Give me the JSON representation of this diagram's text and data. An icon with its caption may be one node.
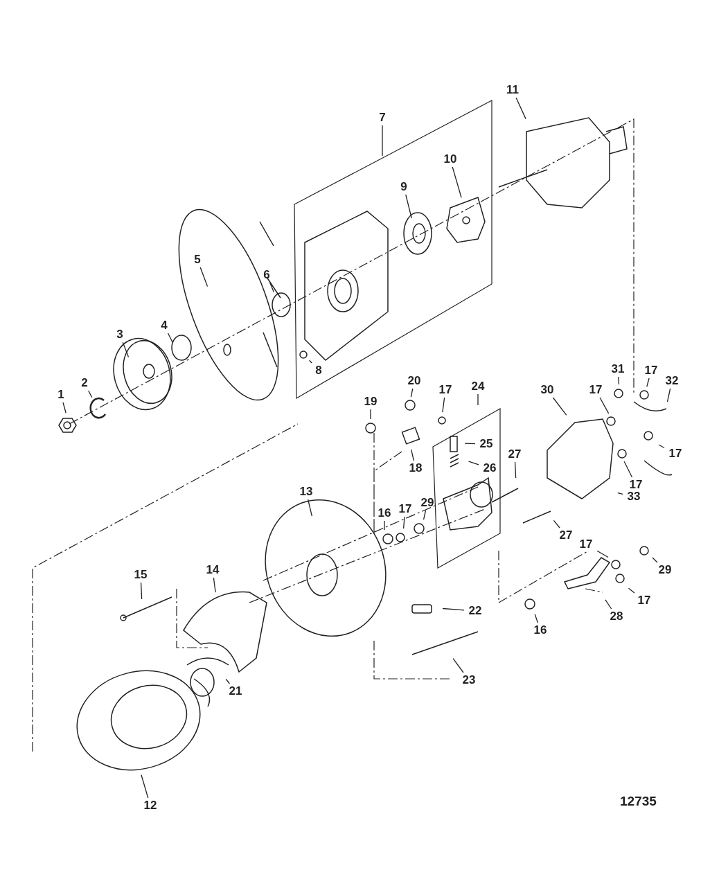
{
  "diagram": {
    "nodes": [
      {
        "text": [
          "11"
        ]
      },
      {
        "text": [
          "7"
        ]
      },
      {
        "text": [
          "10"
        ]
      },
      {
        "text": [
          "9"
        ]
      },
      {
        "text": [
          "5"
        ]
      },
      {
        "text": [
          "6"
        ]
      },
      {
        "text": [
          "4"
        ]
      },
      {
        "text": [
          "3"
        ]
      },
      {
        "text": [
          "31"
        ]
      },
      {
        "text": [
          "8"
        ]
      },
      {
        "text": [
          "17"
        ]
      },
      {
        "text": [
          "2"
        ]
      },
      {
        "text": [
          "20"
        ]
      },
      {
        "text": [
          "32"
        ]
      },
      {
        "text": [
          "24"
        ]
      },
      {
        "text": [
          "17"
        ]
      },
      {
        "text": [
          "30"
        ]
      },
      {
        "text": [
          "17"
        ]
      },
      {
        "text": [
          "1"
        ]
      },
      {
        "text": [
          "19"
        ]
      },
      {
        "text": [
          "25"
        ]
      },
      {
        "text": [
          "17"
        ]
      },
      {
        "text": [
          "27"
        ]
      },
      {
        "text": [
          "18"
        ]
      },
      {
        "text": [
          "26"
        ]
      },
      {
        "text": [
          "17"
        ]
      },
      {
        "text": [
          "13"
        ]
      },
      {
        "text": [
          "33"
        ]
      },
      {
        "text": [
          "29"
        ]
      },
      {
        "text": [
          "17"
        ]
      },
      {
        "text": [
          "16"
        ]
      },
      {
        "text": [
          "27"
        ]
      },
      {
        "text": [
          "17"
        ]
      },
      {
        "text": [
          "29"
        ]
      },
      {
        "text": [
          "15"
        ]
      },
      {
        "text": [
          "14"
        ]
      },
      {
        "text": [
          "17"
        ]
      },
      {
        "text": [
          "22"
        ]
      },
      {
        "text": [
          "28"
        ]
      },
      {
        "text": [
          "16"
        ]
      },
      {
        "text": [
          "23"
        ]
      },
      {
        "text": [
          "21"
        ]
      },
      {
        "text": [
          "12"
        ]
      }
    ],
    "edges": [
      {
        "from": 0,
        "to": null,
        "arrow": "none"
      },
      {
        "from": 1,
        "to": null,
        "arrow": "none"
      },
      {
        "from": 2,
        "to": null,
        "arrow": "none"
      },
      {
        "from": 3,
        "to": null,
        "arrow": "none"
      },
      {
        "from": 4,
        "to": null,
        "arrow": "none"
      },
      {
        "from": 5,
        "to": null,
        "arrow": "none"
      },
      {
        "from": 6,
        "to": null,
        "arrow": "none"
      },
      {
        "from": 7,
        "to": null,
        "arrow": "none"
      },
      {
        "from": 8,
        "to": null,
        "arrow": "none"
      },
      {
        "from": 9,
        "to": null,
        "arrow": "none"
      },
      {
        "from": 10,
        "to": null,
        "arrow": "none"
      },
      {
        "from": 11,
        "to": null,
        "arrow": "none"
      },
      {
        "from": 12,
        "to": null,
        "arrow": "none"
      },
      {
        "from": 13,
        "to": null,
        "arrow": "none"
      },
      {
        "from": 14,
        "to": null,
        "arrow": "none"
      },
      {
        "from": 15,
        "to": null,
        "arrow": "none"
      },
      {
        "from": 16,
        "to": null,
        "arrow": "none"
      },
      {
        "from": 17,
        "to": null,
        "arrow": "none"
      },
      {
        "from": 18,
        "to": null,
        "arrow": "none"
      },
      {
        "from": 19,
        "to": null,
        "arrow": "none"
      },
      {
        "from": 20,
        "to": null,
        "arrow": "none"
      },
      {
        "from": 21,
        "to": null,
        "arrow": "none"
      },
      {
        "from": 22,
        "to": null,
        "arrow": "none"
      },
      {
        "from": 23,
        "to": null,
        "arrow": "none"
      },
      {
        "from": 24,
        "to": null,
        "arrow": "none"
      },
      {
        "from": 25,
        "to": null,
        "arrow": "none"
      },
      {
        "from": 26,
        "to": null,
        "arrow": "none"
      },
      {
        "from": 27,
        "to": null,
        "arrow": "none"
      },
      {
        "from": 28,
        "to": null,
        "arrow": "none"
      },
      {
        "from": 29,
        "to": null,
        "arrow": "none"
      },
      {
        "from": 30,
        "to": null,
        "arrow": "none"
      },
      {
        "from": 31,
        "to": null,
        "arrow": "none"
      },
      {
        "from": 32,
        "to": null,
        "arrow": "none"
      },
      {
        "from": 33,
        "to": null,
        "arrow": "none"
      },
      {
        "from": 34,
        "to": null,
        "arrow": "none"
      },
      {
        "from": 35,
        "to": null,
        "arrow": "none"
      },
      {
        "from": 36,
        "to": null,
        "arrow": "none"
      },
      {
        "from": 37,
        "to": null,
        "arrow": "none"
      },
      {
        "from": 38,
        "to": null,
        "arrow": "none"
      },
      {
        "from": 39,
        "to": null,
        "arrow": "none"
      },
      {
        "from": 40,
        "to": null,
        "arrow": "none"
      },
      {
        "from": 41,
        "to": null,
        "arrow": "none"
      },
      {
        "from": 42,
        "to": null,
        "arrow": "none"
      }
    ],
    "labels": [
      "12735"
    ]
  }
}
